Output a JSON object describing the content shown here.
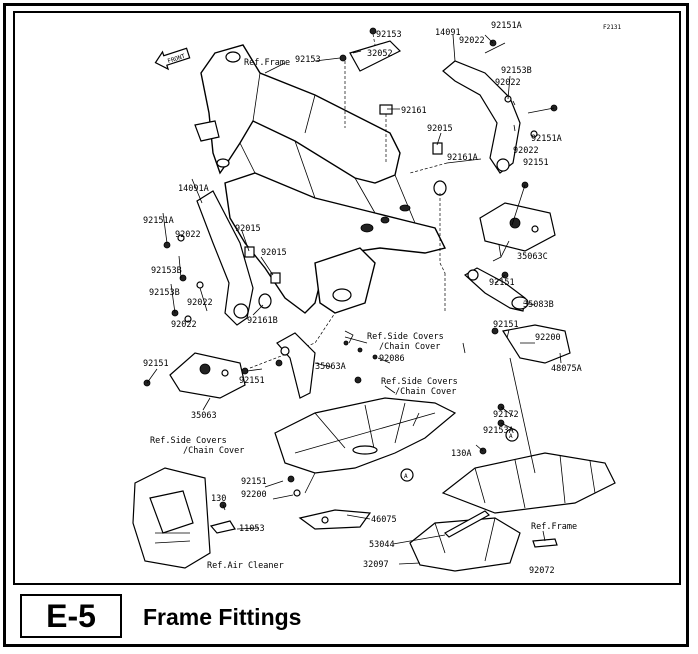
{
  "figure_id": "F2131",
  "section": {
    "code": "E-5",
    "title": "Frame Fittings"
  },
  "front_label": "FRONT",
  "callout_letter": "A",
  "part_labels": {
    "ref_frame_top": "Ref.Frame",
    "p92153_a": "92153",
    "p92153_b": "92153",
    "p32052": "32052",
    "p14091": "14091",
    "p92022_a": "92022",
    "p92151A_a": "92151A",
    "p92153B_a": "92153B",
    "p92022_b": "92022",
    "p92161": "92161",
    "p92015_a": "92015",
    "p92161A": "92161A",
    "p92151A_b": "92151A",
    "p92022_c": "92022",
    "p92151_a": "92151",
    "p14091A": "14091A",
    "p92151A_c": "92151A",
    "p92015_b": "92015",
    "p92022_d": "92022",
    "p92015_c": "92015",
    "p92153B_b": "92153B",
    "p35063C": "35063C",
    "p92022_e": "92022",
    "p92151_b": "92151",
    "p92153B_c": "92153B",
    "p92161B": "92161B",
    "p35083B": "35083B",
    "p92022_f": "92022",
    "ref_side_1a": "Ref.Side Covers",
    "ref_side_1b": "/Chain Cover",
    "p92151_c": "92151",
    "p92200_a": "92200",
    "p92151_d": "92151",
    "p35063A": "35063A",
    "p92086": "92086",
    "p92151_e": "92151",
    "ref_side_2a": "Ref.Side Covers",
    "ref_side_2b": "/Chain Cover",
    "p48075A": "48075A",
    "p35063": "35063",
    "p92172": "92172",
    "p92153A": "92153A",
    "ref_side_3a": "Ref.Side Covers",
    "ref_side_3b": "/Chain Cover",
    "p130A": "130A",
    "p92151_f": "92151",
    "p92200_b": "92200",
    "p130": "130",
    "p11053": "11053",
    "p46075": "46075",
    "ref_frame_bottom": "Ref.Frame",
    "p53044": "53044",
    "p32097": "32097",
    "ref_air_cleaner": "Ref.Air Cleaner",
    "p92072": "92072"
  }
}
